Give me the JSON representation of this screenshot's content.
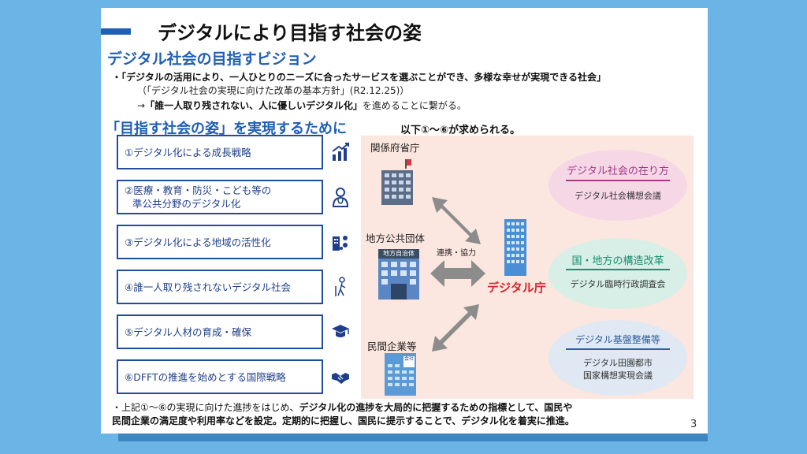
{
  "title": "デジタルにより目指す社会の姿",
  "vision_heading": "デジタル社会の目指すビジョン",
  "bullet1": {
    "marker": "・",
    "quote": "「デジタルの活用により、一人ひとりのニーズに合ったサービスを選ぶことができ、多様な幸せが実現できる社会」",
    "source": "（「デジタル社会の実現に向けた改革の基本方針」(R2.12.25)）",
    "arrow": "→",
    "emphasis": "「誰一人取り残されない、人に優しいデジタル化」",
    "rest": "を進めることに繋がる。"
  },
  "section_heading": "「目指す社会の姿」を実現するために",
  "section_sub": "以下①～⑥が求められる。",
  "items": [
    {
      "line1": "①デジタル化による成長戦略",
      "line2": "",
      "icon": "growth-chart-icon"
    },
    {
      "line1": "②医療・教育・防災・こども等の",
      "line2": "準公共分野のデジタル化",
      "icon": "doctor-icon"
    },
    {
      "line1": "③デジタル化による地域の活性化",
      "line2": "",
      "icon": "community-building-icon"
    },
    {
      "line1": "④誰一人取り残されないデジタル社会",
      "line2": "",
      "icon": "elderly-person-icon"
    },
    {
      "line1": "⑤デジタル人材の育成・確保",
      "line2": "",
      "icon": "graduation-cap-icon"
    },
    {
      "line1": "⑥DFFTの推進を始めとする国際戦略",
      "line2": "",
      "icon": "handshake-icon"
    }
  ],
  "diagram": {
    "ministries": "関係府省庁",
    "local_gov": "地方公共団体",
    "local_gov_sign": "地方自治体",
    "private": "民間企業等",
    "company_sign": "会社",
    "cooperation": "連携・協力",
    "digital_agency": "デジタル庁",
    "councils": [
      {
        "title": "デジタル社会の在り方",
        "sub1": "デジタル社会構想会議",
        "sub2": "",
        "color": "#a23a87",
        "bg": "#f6d7e6"
      },
      {
        "title": "国・地方の構造改革",
        "sub1": "デジタル臨時行政調査会",
        "sub2": "",
        "color": "#1b8d6e",
        "bg": "#d7efe6"
      },
      {
        "title": "デジタル基盤整備等",
        "sub1": "デジタル田園都市",
        "sub2": "国家構想実現会議",
        "color": "#2f5f9c",
        "bg": "#dfe8f3"
      }
    ]
  },
  "bottom": {
    "marker": "・",
    "part1": "上記①～⑥の実現に向けた進捗をはじめ、",
    "bold1": "デジタル化の進捗を大局的に把握するための指標として、国民や",
    "bold2": "民間企業の満足度や利用率などを設定。定期的に把握し、国民に提示することで、デジタル化を着実に推進。"
  },
  "page_number": "3"
}
